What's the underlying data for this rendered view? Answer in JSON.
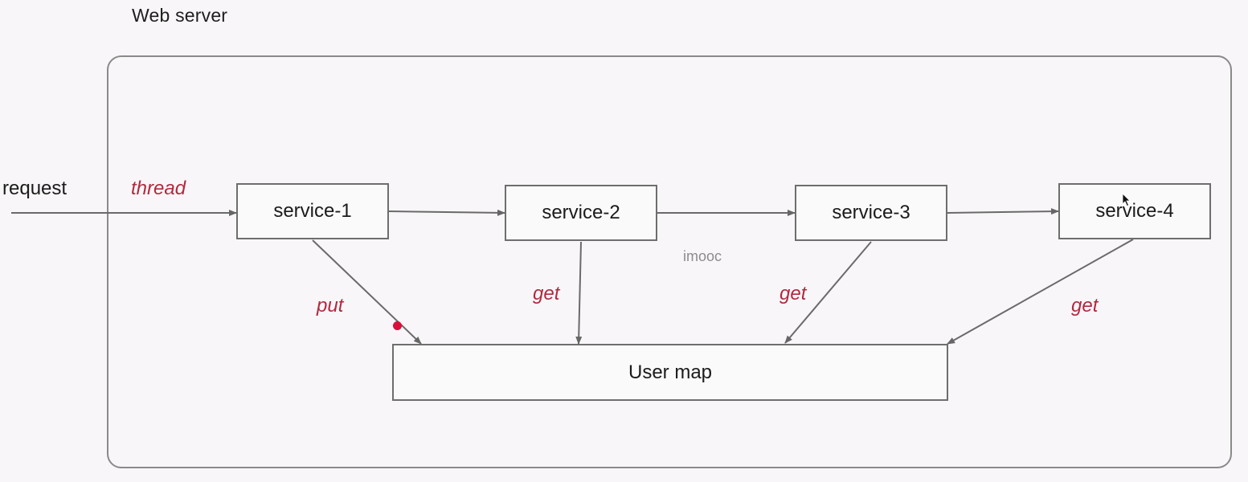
{
  "title": "Web server",
  "request_label": "request",
  "thread_label": "thread",
  "services": [
    "service-1",
    "service-2",
    "service-3",
    "service-4"
  ],
  "user_map_label": "User map",
  "edge_labels": {
    "put": "put",
    "get_2": "get",
    "get_3": "get",
    "get_4": "get"
  },
  "watermark": "imooc",
  "colors": {
    "edge_label": "#b02a3e",
    "marker_dot": "#d8103a",
    "box_border": "#6e6e6e",
    "frame_border": "#8a8a8a"
  }
}
